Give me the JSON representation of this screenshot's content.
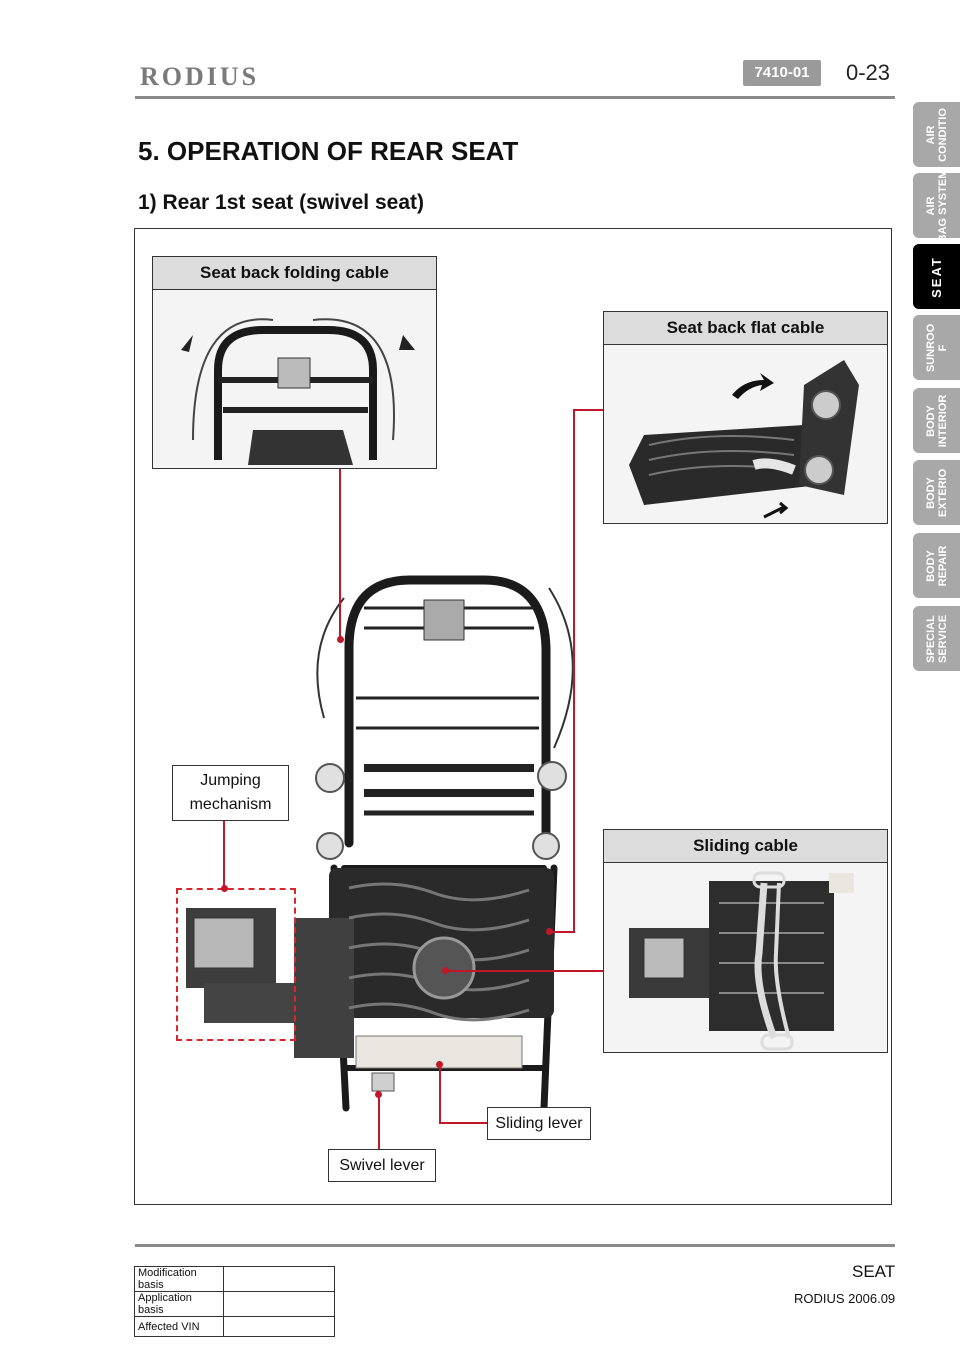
{
  "header": {
    "brand": "RODIUS",
    "doc_code": "7410-01",
    "page_number": "0-23"
  },
  "section_title": "5. OPERATION OF REAR SEAT",
  "subsection_title": "1) Rear 1st seat (swivel seat)",
  "side_tabs": [
    {
      "label": "AIR CONDITIO",
      "active": false
    },
    {
      "label": "AIR BAG SYSTEM",
      "active": false
    },
    {
      "label": "SEAT",
      "active": true
    },
    {
      "label": "SUNROO F",
      "active": false
    },
    {
      "label": "BODY INTERIOR",
      "active": false
    },
    {
      "label": "BODY EXTERIO",
      "active": false
    },
    {
      "label": "BODY REPAIR",
      "active": false
    },
    {
      "label": "SPECIAL SERVICE",
      "active": false
    }
  ],
  "diagram": {
    "panels": {
      "folding_cable": "Seat back folding cable",
      "flat_cable": "Seat back flat cable",
      "sliding_cable": "Sliding cable"
    },
    "callouts": {
      "jumping_1": "Jumping",
      "jumping_2": "mechanism",
      "sliding_lever": "Sliding lever",
      "swivel_lever": "Swivel lever"
    }
  },
  "footer": {
    "section": "SEAT",
    "model_date": "RODIUS 2006.09",
    "revision_rows": [
      {
        "label": "Modification basis",
        "value": ""
      },
      {
        "label": "Application basis",
        "value": ""
      },
      {
        "label": "Affected VIN",
        "value": ""
      }
    ]
  },
  "colors": {
    "leader_line": "#c0182a",
    "tab_active": "#000000",
    "tab_inactive": "#a8a8a8",
    "panel_header": "#dcdcdc"
  }
}
